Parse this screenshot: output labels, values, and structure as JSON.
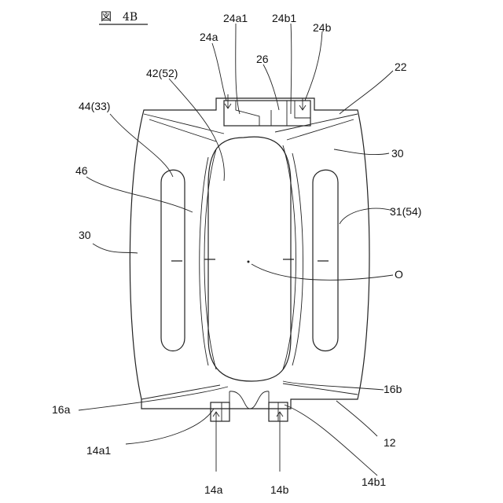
{
  "figure": {
    "title": "図　4B"
  },
  "labels": {
    "l24a1": "24a1",
    "l24b1": "24b1",
    "l24a": "24a",
    "l24b": "24b",
    "l26": "26",
    "l22": "22",
    "l42": "42(52)",
    "l44": "44(33)",
    "l30a": "30",
    "l30b": "30",
    "l46": "46",
    "l31": "31(54)",
    "lO": "O",
    "l16a": "16a",
    "l16b": "16b",
    "l12": "12",
    "l14a1": "14a1",
    "l14a": "14a",
    "l14b": "14b",
    "l14b1": "14b1"
  }
}
